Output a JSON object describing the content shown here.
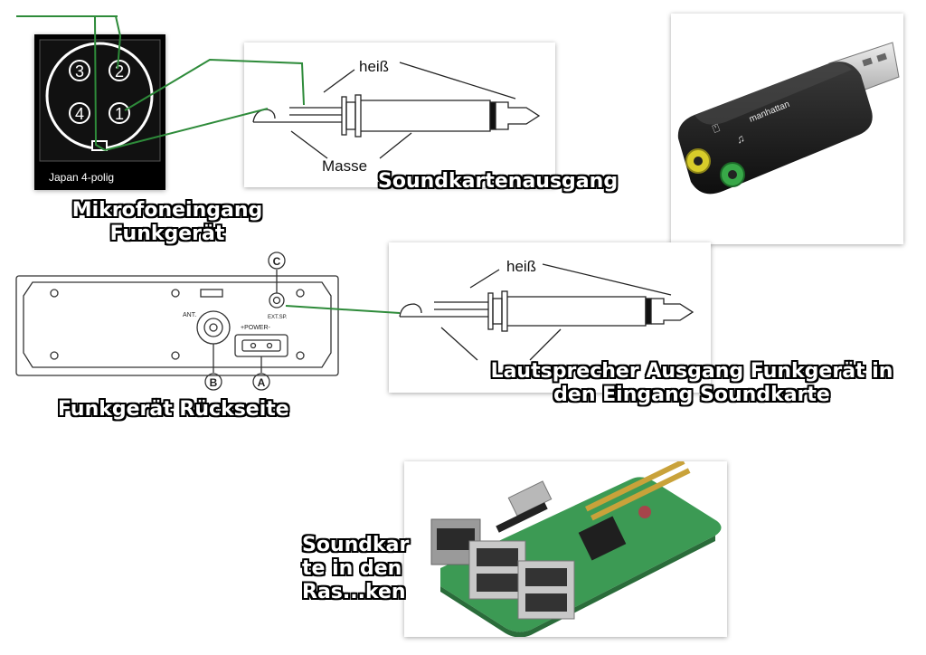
{
  "connector": {
    "pin1": "1",
    "pin2": "2",
    "pin3": "3",
    "pin4": "4",
    "label": "Japan 4-polig"
  },
  "plug_top": {
    "hot_label": "heiß",
    "ground_label": "Masse"
  },
  "plug_bottom": {
    "hot_label": "heiß"
  },
  "rear_panel": {
    "ant_label": "ANT.",
    "power_label": "+POWER-",
    "ext_label": "EXT.SP.",
    "callout_a": "A",
    "callout_b": "B",
    "callout_c": "C"
  },
  "usb_card": {
    "brand": "manhattan"
  },
  "captions": {
    "mic_input_line1": "Mikrofoneingang",
    "mic_input_line2": "Funkgerät",
    "soundcard_output": "Soundkartenausgang",
    "radio_rear": "Funkgerät Rückseite",
    "speaker_out_line1": "Lautsprecher Ausgang Funkgerät in",
    "speaker_out_line2": "den Eingang Soundkarte",
    "rpi_line1": "Soundkar",
    "rpi_line2": "te in den",
    "rpi_line3": "Ras...ken"
  },
  "colors": {
    "wire_green": "#2e8b3a",
    "jack_yellow": "#d8cc2a",
    "jack_green": "#38a848",
    "pcb_green": "#3c9a54"
  }
}
